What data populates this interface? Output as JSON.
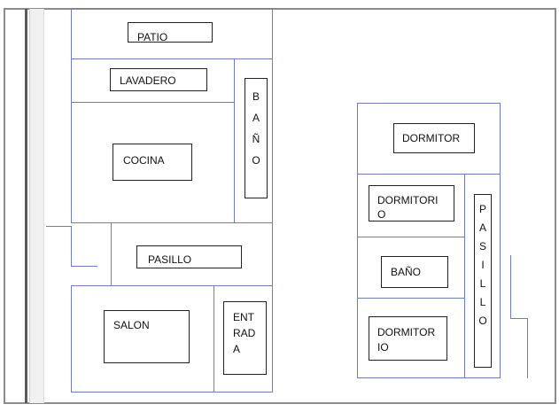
{
  "rooms": {
    "patio": "PATIO",
    "lavadero": "LAVADERO",
    "bano_left": [
      "B",
      "A",
      "Ñ",
      "O"
    ],
    "cocina": "COCINA",
    "pasillo_left": "PASILLO",
    "salon": "SALON",
    "entrada": [
      "ENT",
      "RAD",
      "A"
    ],
    "dormitor_top": "DORMITOR",
    "dormitorio_mid": [
      "DORMITORI",
      "O"
    ],
    "bano_right": "BAÑO",
    "dormitorio_bottom": [
      "DORMITOR",
      "IO"
    ],
    "pasillo_right": [
      "P",
      "A",
      "S",
      "I",
      "L",
      "L",
      "O"
    ]
  },
  "colors": {
    "wall": "#6f7fb5",
    "label_border": "#222222",
    "frame": "#8c8c8c"
  }
}
